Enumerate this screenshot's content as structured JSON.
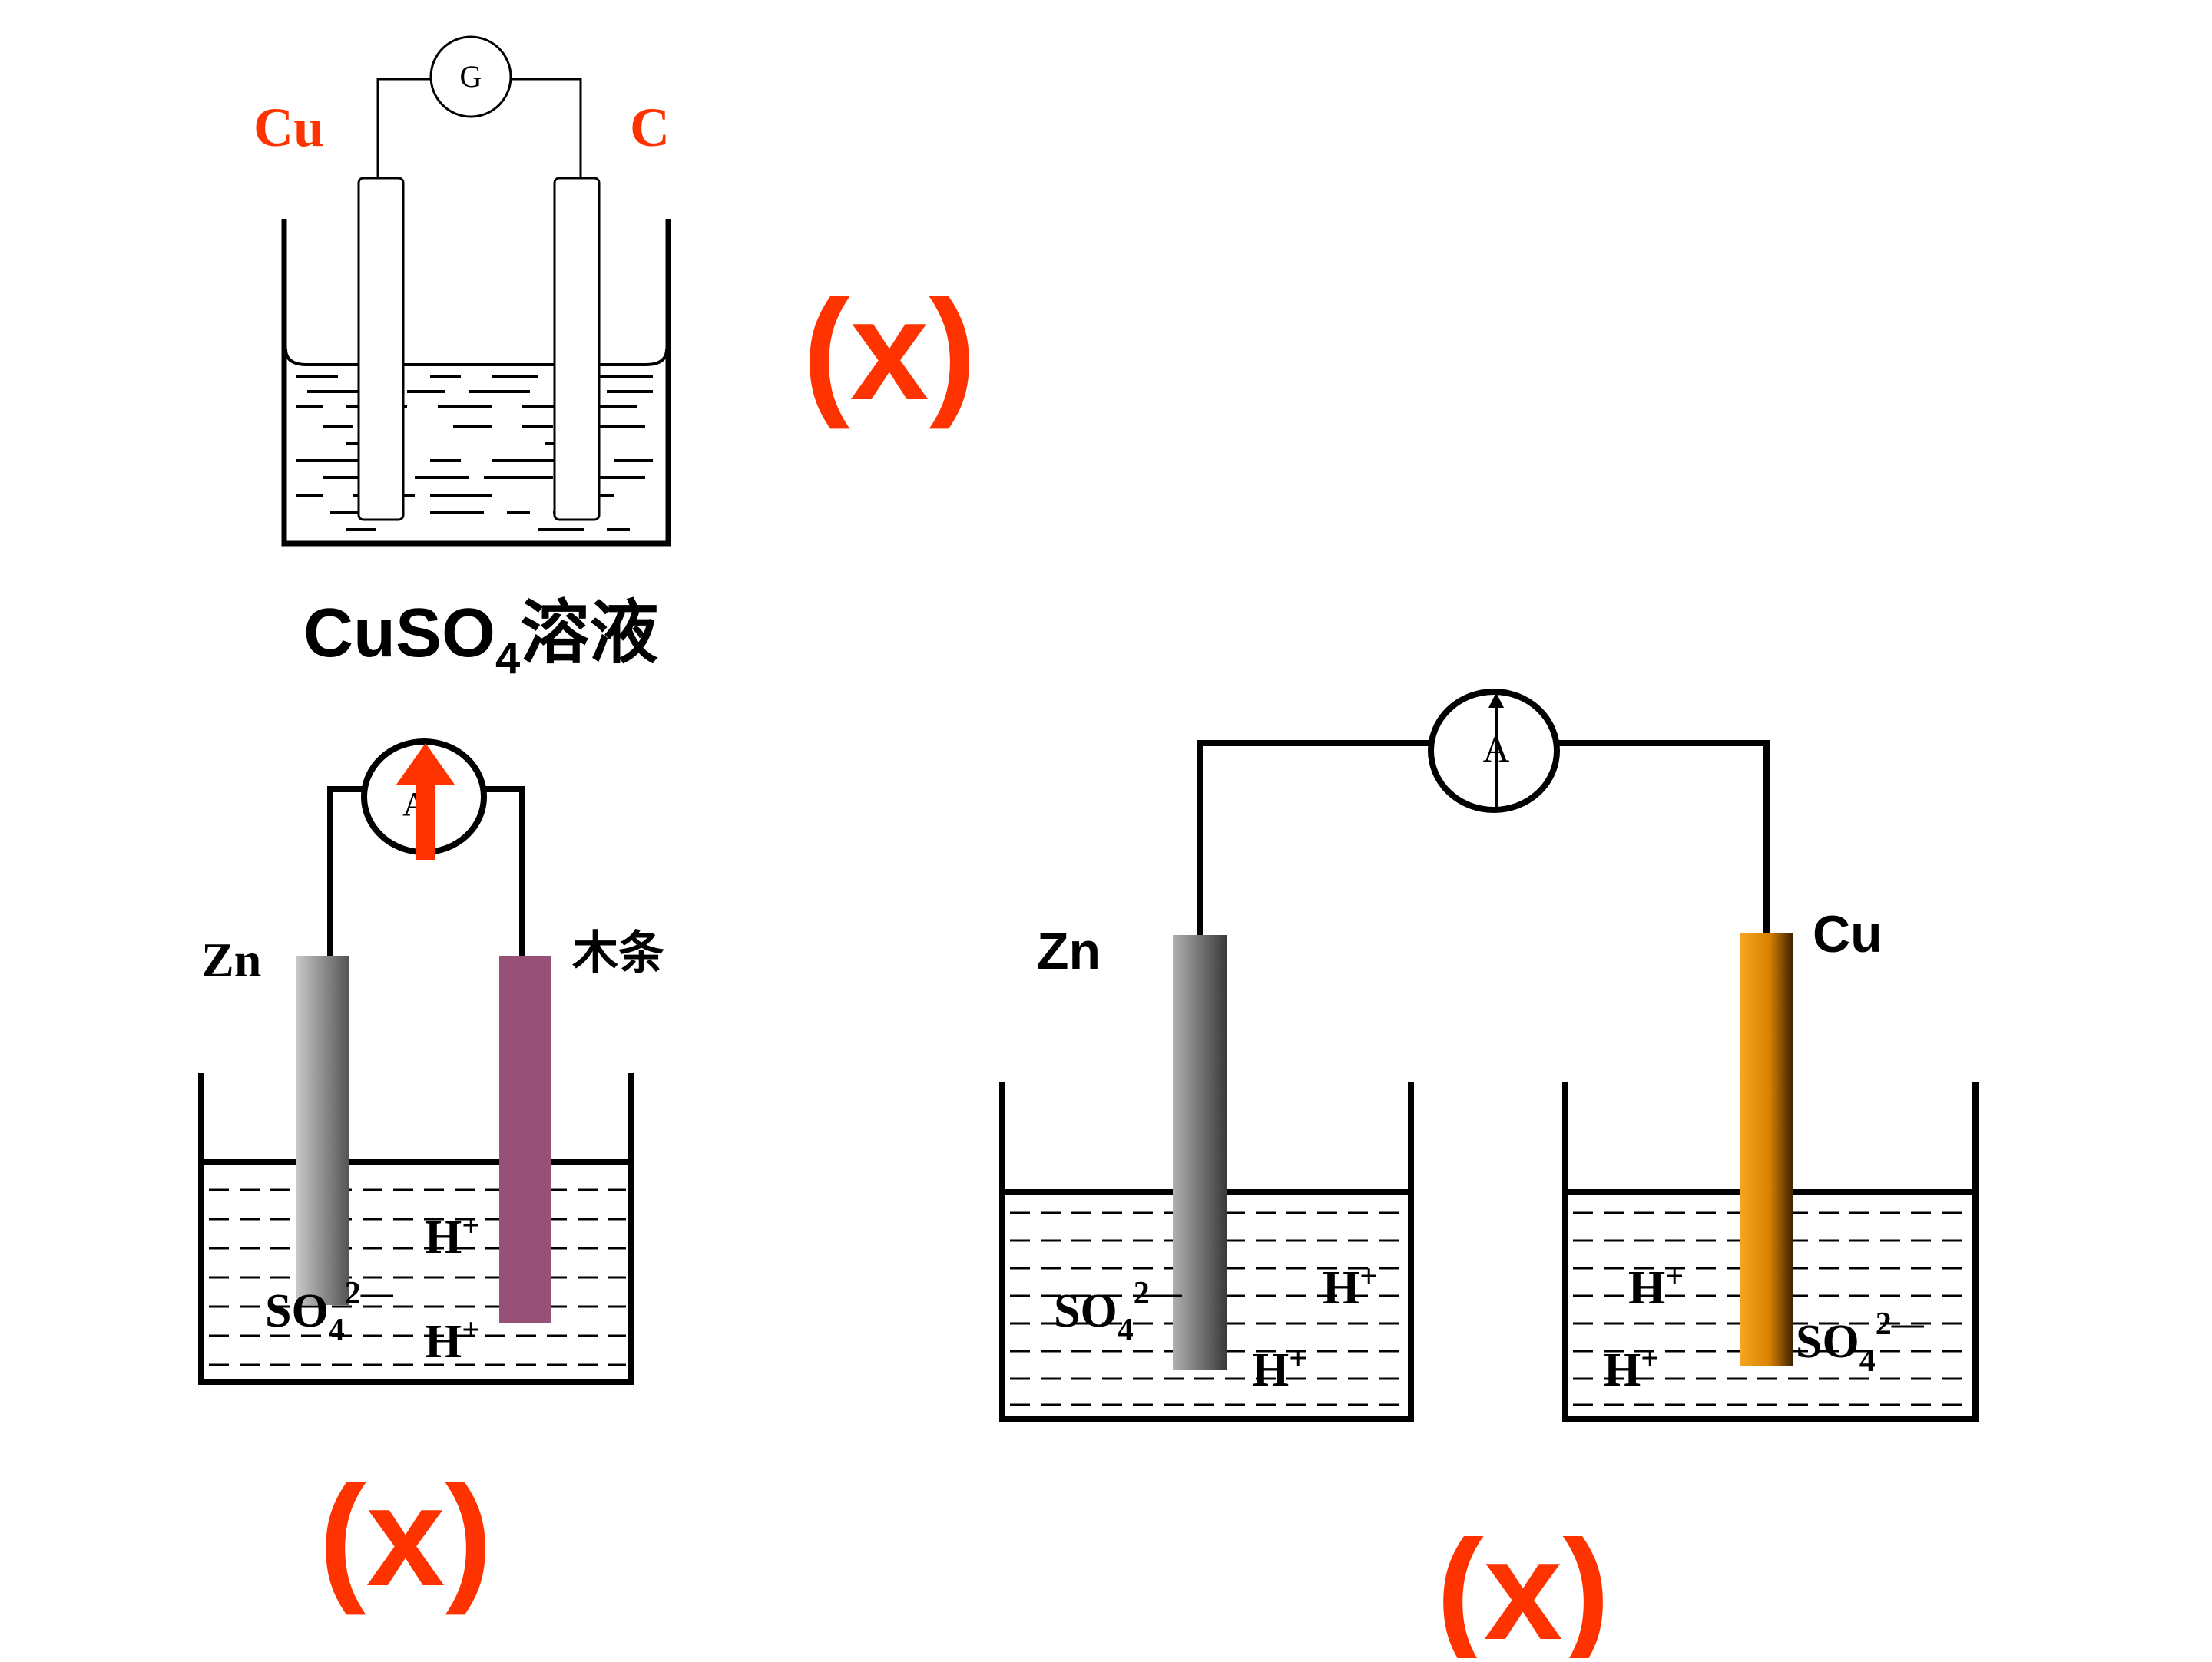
{
  "colors": {
    "ink": "#000000",
    "accent": "#ff3300",
    "zinc": "#8a8a8a",
    "wood": "#955276",
    "copper": "#e08a10"
  },
  "diagram1": {
    "left_label": "Cu",
    "right_label": "C",
    "meter": "G",
    "solution_formula": "CuSO",
    "solution_subscript": "4",
    "solution_name": "溶液",
    "verdict": "(x)"
  },
  "diagram2": {
    "left_label": "Zn",
    "right_label": "木条",
    "meter": "A",
    "ion_h1": "H",
    "ion_h1_charge": "+",
    "ion_so4": "SO",
    "ion_so4_sub": "4",
    "ion_so4_charge": "2—",
    "ion_h2": "H",
    "ion_h2_charge": "+",
    "verdict": "(x)"
  },
  "diagram3": {
    "left_label": "Zn",
    "right_label": "Cu",
    "meter": "A",
    "left_so4": "SO",
    "left_so4_sub": "4",
    "left_so4_charge": "2—",
    "left_h1": "H",
    "left_h1_charge": "+",
    "left_h2": "H",
    "left_h2_charge": "+",
    "right_h1": "H",
    "right_h1_charge": "+",
    "right_h2": "H",
    "right_h2_charge": "+",
    "right_so4": "SO",
    "right_so4_sub": "4",
    "right_so4_charge": "2—",
    "verdict": "(x)"
  }
}
